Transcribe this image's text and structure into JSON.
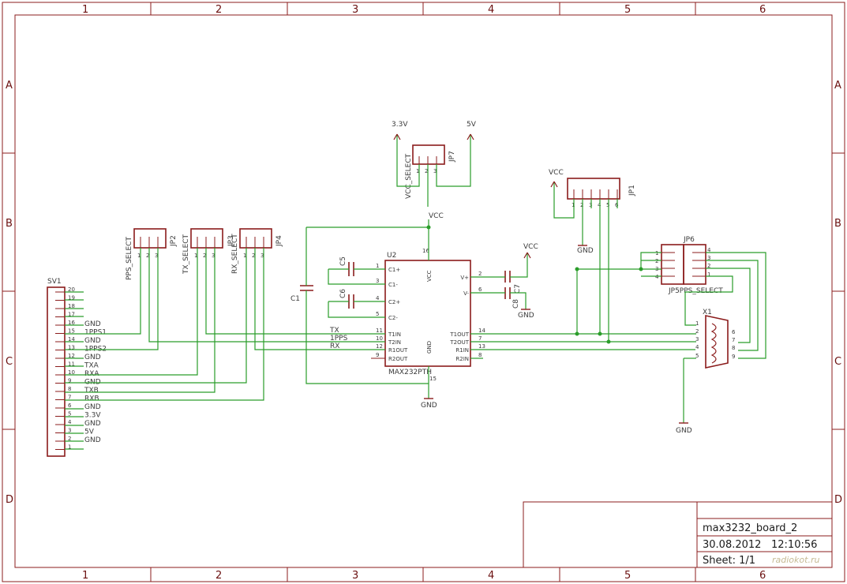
{
  "zones": {
    "columns": [
      "1",
      "2",
      "3",
      "4",
      "5",
      "6"
    ],
    "rows": [
      "A",
      "B",
      "C",
      "D"
    ]
  },
  "title_block": {
    "name": "max3232_board_2",
    "date": "30.08.2012",
    "time": "12:10:56",
    "sheet": "Sheet: 1/1"
  },
  "watermark": "radiokot.ru",
  "parts": {
    "sv1": {
      "name": "SV1",
      "pins": [
        "20",
        "19",
        "18",
        "17",
        "16",
        "15",
        "14",
        "13",
        "12",
        "11",
        "10",
        "9",
        "8",
        "7",
        "6",
        "5",
        "4",
        "3",
        "2",
        "1"
      ],
      "signals": [
        "GND",
        "1PPS1",
        "GND",
        "1PPS2",
        "GND",
        "TXA",
        "RXA",
        "GND",
        "TXB",
        "RXB",
        "GND",
        "3.3V",
        "GND",
        "5V",
        "GND"
      ]
    },
    "jp2": {
      "name": "JP2",
      "label": "PPS_SELECT"
    },
    "jp3": {
      "name": "JP3",
      "label": "TX_SELECT"
    },
    "jp4": {
      "name": "JP4",
      "label": "RX_SELECT"
    },
    "jp7": {
      "name": "JP7",
      "label": "VCC_SELECT"
    },
    "jp1": {
      "name": "JP1"
    },
    "jp6": {
      "name": "JP6"
    },
    "jp5": {
      "name": "JP5PPS_SELECT"
    },
    "x1": {
      "name": "X1"
    },
    "u2": {
      "name": "U2",
      "value": "MAX232PTH",
      "left_pins": [
        "C1+",
        "C1-",
        "C2+",
        "C2-",
        "T1IN",
        "T2IN",
        "R1OUT",
        "R2OUT"
      ],
      "left_nums": [
        "1",
        "3",
        "4",
        "5",
        "11",
        "10",
        "12",
        "9"
      ],
      "right_pins": [
        "V+",
        "V-",
        "T1OUT",
        "T2OUT",
        "R1IN",
        "R2IN"
      ],
      "right_nums": [
        "2",
        "6",
        "14",
        "7",
        "13",
        "8"
      ],
      "vcc": "VCC",
      "gnd": "GND",
      "vcc_num": "16",
      "gnd_num": "15"
    },
    "caps": [
      "C1",
      "C5",
      "C6",
      "C7",
      "C8"
    ]
  },
  "nets": {
    "vcc": "VCC",
    "gnd": "GND",
    "v33": "3.3V",
    "v5": "5V",
    "tx": "TX",
    "pps": "1PPS",
    "rx": "RX"
  }
}
